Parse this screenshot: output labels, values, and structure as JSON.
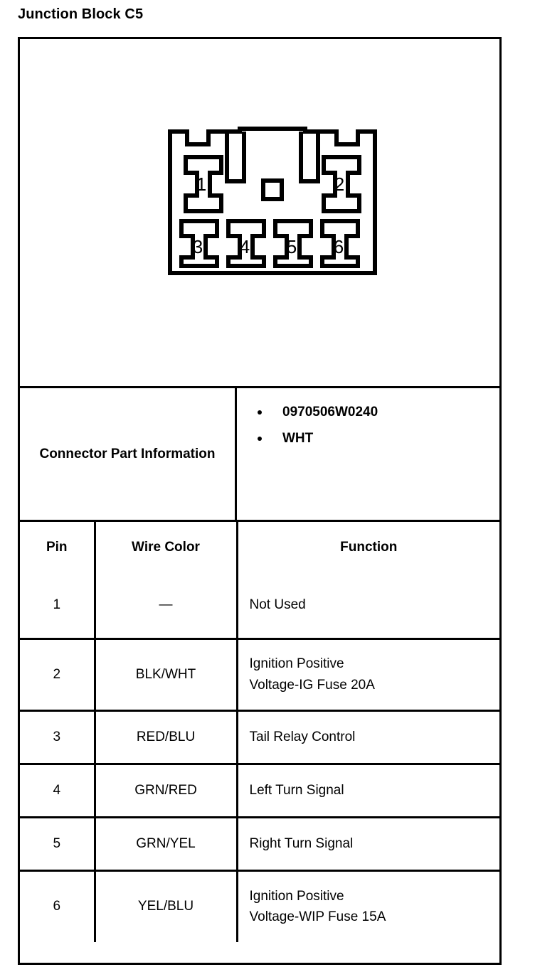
{
  "page": {
    "title": "Junction Block C5"
  },
  "diagram": {
    "name": "connector-face-view",
    "cavity_labels": [
      "1",
      "2",
      "3",
      "4",
      "5",
      "6"
    ],
    "top_row_labels": [
      "1",
      "2"
    ],
    "bottom_row_labels": [
      "3",
      "4",
      "5",
      "6"
    ]
  },
  "connector_part_information": {
    "label": "Connector Part Information",
    "bullets": [
      "0970506W0240",
      "WHT"
    ]
  },
  "pin_table": {
    "headers": {
      "pin": "Pin",
      "wire_color": "Wire Color",
      "function": "Function"
    },
    "rows": [
      {
        "pin": "1",
        "wire_color": "—",
        "function_line1": "Not Used",
        "function_line2": ""
      },
      {
        "pin": "2",
        "wire_color": "BLK/WHT",
        "function_line1": "Ignition Positive",
        "function_line2": "Voltage-IG Fuse 20A"
      },
      {
        "pin": "3",
        "wire_color": "RED/BLU",
        "function_line1": "Tail Relay Control",
        "function_line2": ""
      },
      {
        "pin": "4",
        "wire_color": "GRN/RED",
        "function_line1": "Left Turn Signal",
        "function_line2": ""
      },
      {
        "pin": "5",
        "wire_color": "GRN/YEL",
        "function_line1": "Right Turn Signal",
        "function_line2": ""
      },
      {
        "pin": "6",
        "wire_color": "YEL/BLU",
        "function_line1": "Ignition Positive",
        "function_line2": "Voltage-WIP Fuse 15A"
      }
    ]
  },
  "colors": {
    "ink": "#000000",
    "paper": "#ffffff"
  }
}
